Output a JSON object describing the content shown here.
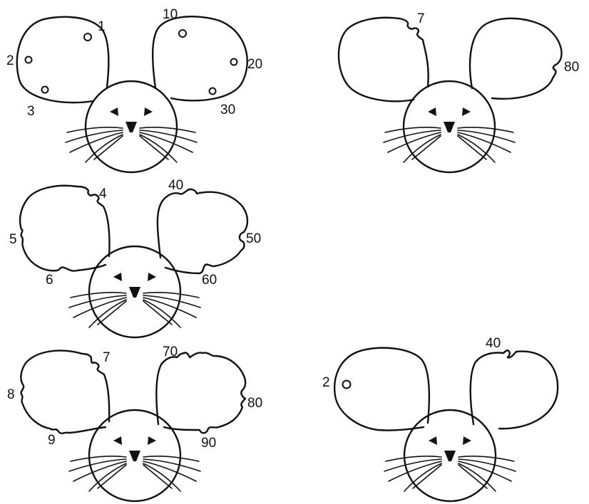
{
  "mice": [
    {
      "id": "top-left",
      "marks": [
        {
          "text": "1"
        },
        {
          "text": "2"
        },
        {
          "text": "3"
        },
        {
          "text": "10"
        },
        {
          "text": "20"
        },
        {
          "text": "30"
        }
      ]
    },
    {
      "id": "top-right",
      "marks": [
        {
          "text": "7"
        },
        {
          "text": "80"
        }
      ]
    },
    {
      "id": "middle-left",
      "marks": [
        {
          "text": "4"
        },
        {
          "text": "5"
        },
        {
          "text": "6"
        },
        {
          "text": "40"
        },
        {
          "text": "50"
        },
        {
          "text": "60"
        }
      ]
    },
    {
      "id": "bottom-left",
      "marks": [
        {
          "text": "7"
        },
        {
          "text": "8"
        },
        {
          "text": "9"
        },
        {
          "text": "70"
        },
        {
          "text": "80"
        },
        {
          "text": "90"
        }
      ]
    },
    {
      "id": "bottom-right",
      "marks": [
        {
          "text": "2"
        },
        {
          "text": "40"
        }
      ]
    }
  ],
  "colors": {
    "ink": "#111111",
    "background": "#ffffff"
  }
}
